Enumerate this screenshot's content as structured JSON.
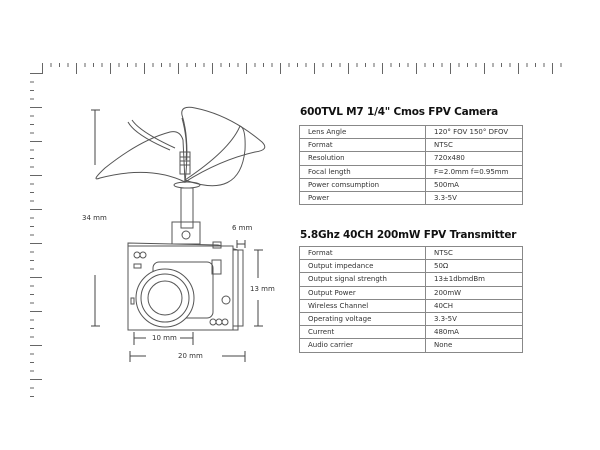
{
  "camera": {
    "title": "600TVL M7 1/4\" Cmos FPV Camera",
    "rows": [
      {
        "key": "Lens Angle",
        "value": "120°  FOV  150°  DFOV"
      },
      {
        "key": "Format",
        "value": "NTSC"
      },
      {
        "key": "Resolution",
        "value": "720x480"
      },
      {
        "key": "Focal length",
        "value": "F=2.0mm f=0.95mm"
      },
      {
        "key": "Power comsumption",
        "value": "500mA"
      },
      {
        "key": "Power",
        "value": "3.3-5V"
      }
    ]
  },
  "transmitter": {
    "title": "5.8Ghz 40CH 200mW FPV Transmitter",
    "rows": [
      {
        "key": "Format",
        "value": "NTSC"
      },
      {
        "key": "Output impedance",
        "value": "50Ω"
      },
      {
        "key": "Output signal strength",
        "value": "13±1dbmdBm"
      },
      {
        "key": "Output Power",
        "value": "200mW"
      },
      {
        "key": "Wireless Channel",
        "value": "40CH"
      },
      {
        "key": "Operating voltage",
        "value": "3.3-5V"
      },
      {
        "key": "Current",
        "value": "480mA"
      },
      {
        "key": "Audio carrier",
        "value": "None"
      }
    ]
  },
  "dimensions": {
    "height": "34 mm",
    "depth": "6 mm",
    "body_height": "13 mm",
    "lens_width": "10 mm",
    "body_width": "20 mm"
  }
}
